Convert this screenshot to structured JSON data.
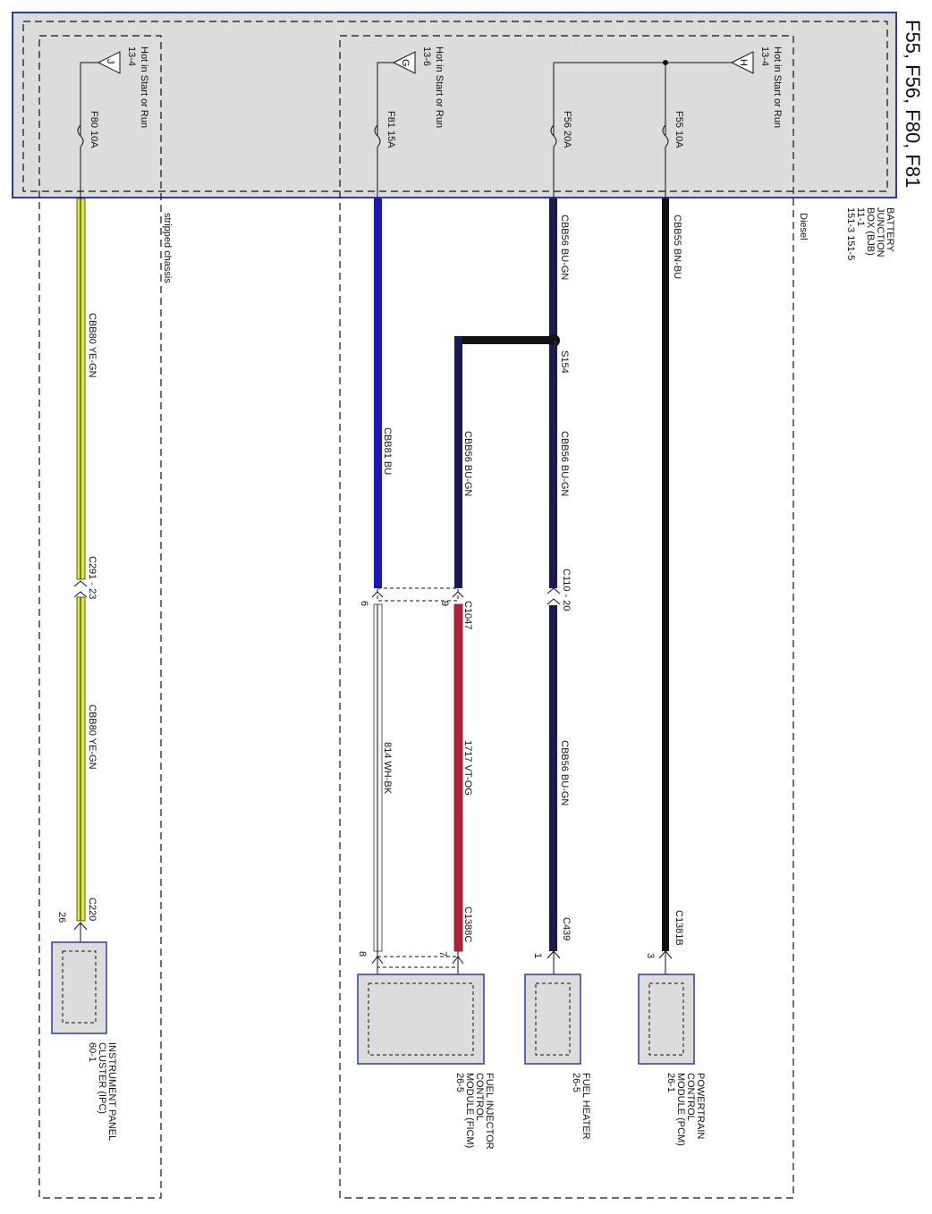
{
  "title": "F55, F56, F80, F81",
  "colors": {
    "box_fill": "#dcdcdc",
    "box_border": "#2c3f9a",
    "wire_bn_bu": "#111111",
    "wire_bu_gn": "#1c1c4c",
    "wire_bu": "#1a1ab0",
    "wire_ye_gn": "#e4e836",
    "wire_vt_og": "#b2223c",
    "wire_wh_bk": "#f8f8f8"
  },
  "bjb": {
    "lines": [
      "BATTERY",
      "JUNCTION",
      "BOX (BJB)",
      "11-1",
      "151-3     151-5"
    ]
  },
  "sections": {
    "diesel": "Diesel",
    "stripped": "stripped chassis"
  },
  "sources": [
    {
      "tag": "H",
      "ref": "13-4",
      "hot": "Hot in Start or Run"
    },
    {
      "tag": "G",
      "ref": "13-6",
      "hot": "Hot in Start or Run"
    },
    {
      "tag": "J",
      "ref": "13-4",
      "hot": "Hot in Start or Run"
    }
  ],
  "fuses": {
    "f55": "F55  10A",
    "f56": "F56  20A",
    "f81": "F81  15A",
    "f80": "F80  10A"
  },
  "wires": {
    "cbb55": "CBB55   BN-BU",
    "cbb56_top": "CBB56   BU-GN",
    "cbb56_mid": "CBB56   BU-GN",
    "cbb56_bot": "CBB56   BU-GN",
    "cbb56_branch": "CBB56   BU-GN",
    "cbb81": "CBB81   BU",
    "w1717": "1717     VT-OG",
    "w814": "814      WH-BK",
    "cbb80_top": "CBB80   YE-GN",
    "cbb80_bot": "CBB80   YE-GN"
  },
  "splices": {
    "s154": "S154"
  },
  "connectors": {
    "c110": "C110 - 20",
    "c1047": "C1047",
    "c1047_pin_a": "9",
    "c1047_pin_b": "6",
    "c291": "C291 - 23",
    "c1381b": "C1381B",
    "c1381b_pin": "3",
    "c439": "C439",
    "c439_pin": "1",
    "c1388c": "C1388C",
    "c1388c_pin_a": "7",
    "c1388c_pin_b": "8",
    "c220": "C220",
    "c220_pin": "26"
  },
  "modules": {
    "pcm": {
      "lines": [
        "POWERTRAIN",
        "CONTROL",
        "MODULE (PCM)",
        "26-1"
      ]
    },
    "heater": {
      "lines": [
        "FUEL HEATER",
        "26-5"
      ]
    },
    "ficm": {
      "lines": [
        "FUEL INJECTOR",
        "CONTROL",
        "MODULE (FICM)",
        "26-5"
      ]
    },
    "ipc": {
      "lines": [
        "INSTRUMENT PANEL",
        "CLUSTER (IPC)",
        "60-1"
      ]
    }
  }
}
